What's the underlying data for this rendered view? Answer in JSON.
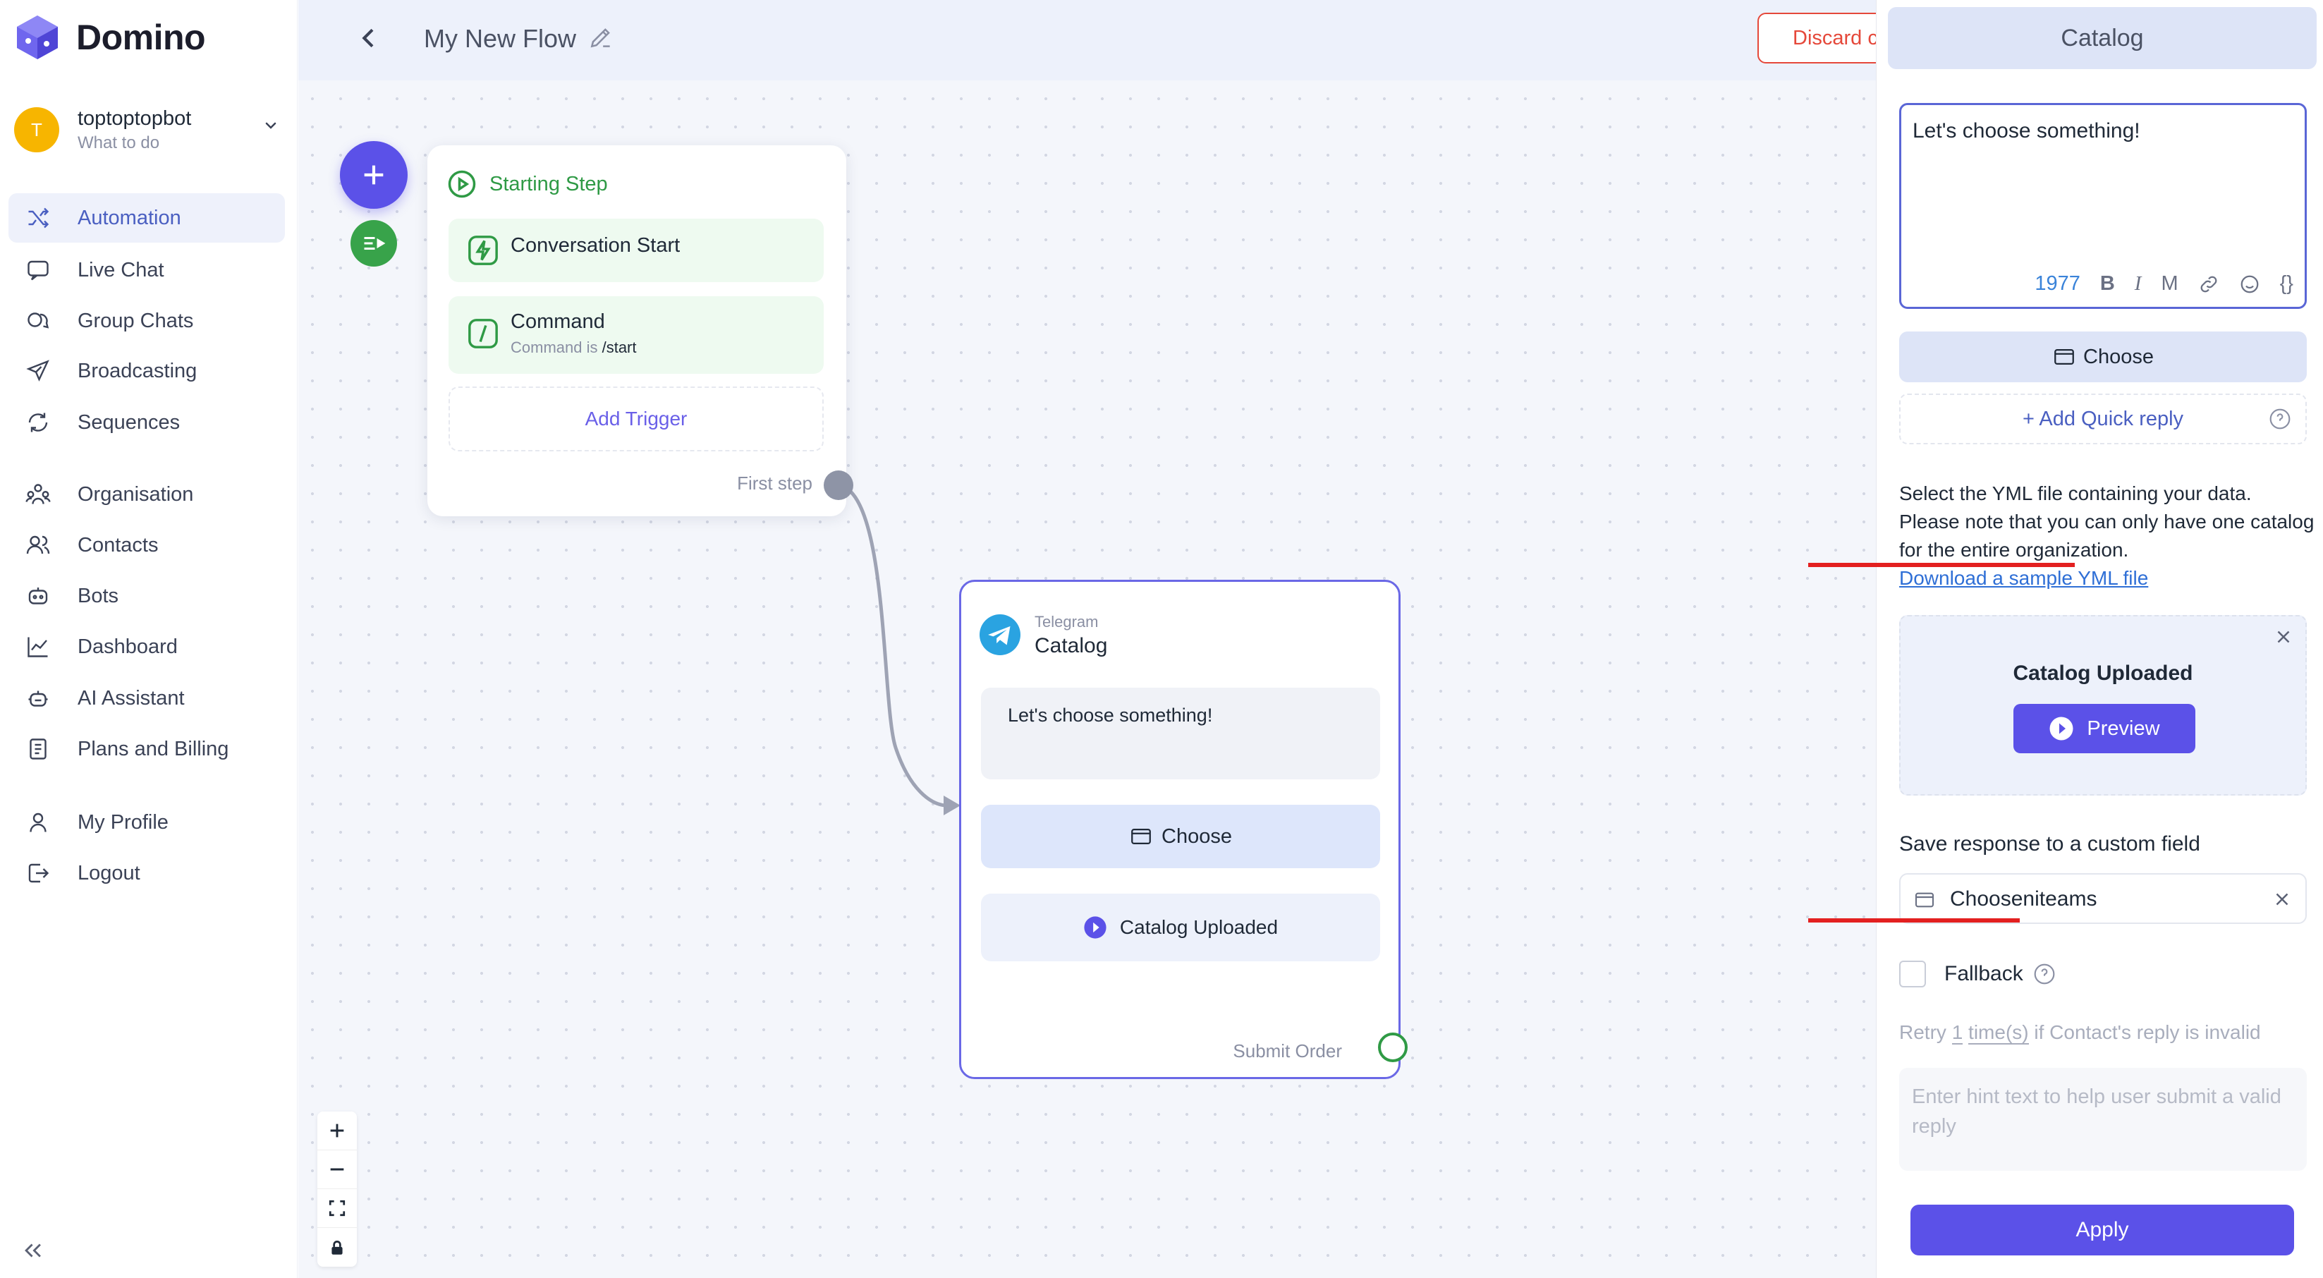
{
  "app": {
    "brand": "Domino"
  },
  "account": {
    "name": "toptoptopbot",
    "subtitle": "What to do",
    "avatar_letter": "T"
  },
  "sidebar": {
    "items": [
      {
        "label": "Automation",
        "icon": "shuffle-icon"
      },
      {
        "label": "Live Chat",
        "icon": "chat-icon"
      },
      {
        "label": "Group Chats",
        "icon": "group-chat-icon"
      },
      {
        "label": "Broadcasting",
        "icon": "send-icon"
      },
      {
        "label": "Sequences",
        "icon": "sequence-icon"
      },
      {
        "label": "Organisation",
        "icon": "organisation-icon"
      },
      {
        "label": "Contacts",
        "icon": "contacts-icon"
      },
      {
        "label": "Bots",
        "icon": "bot-icon"
      },
      {
        "label": "Dashboard",
        "icon": "chart-icon"
      },
      {
        "label": "AI Assistant",
        "icon": "ai-icon"
      },
      {
        "label": "Plans and Billing",
        "icon": "billing-icon"
      },
      {
        "label": "My Profile",
        "icon": "user-icon"
      },
      {
        "label": "Logout",
        "icon": "logout-icon"
      }
    ]
  },
  "topbar": {
    "title": "My New Flow",
    "discard_label": "Discard c"
  },
  "start_card": {
    "title": "Starting Step",
    "trigger1": "Conversation Start",
    "trigger2": "Command",
    "trigger2_sub_prefix": "Command is ",
    "trigger2_sub_value": "/start",
    "add_trigger": "Add Trigger",
    "first_step": "First step"
  },
  "catalog_card": {
    "platform": "Telegram",
    "title": "Catalog",
    "message": "Let's choose something!",
    "choose_label": "Choose",
    "uploaded_label": "Catalog Uploaded",
    "submit_label": "Submit Order"
  },
  "panel": {
    "header": "Catalog",
    "editor_text": "Let's choose something!",
    "char_count": "1977",
    "toolbar": {
      "bold": "B",
      "italic": "I",
      "mono": "M",
      "var": "{}"
    },
    "choose_label": "Choose",
    "quick_reply": "+ Add Quick reply",
    "info_text": "Select the YML file containing your data. Please note that you can only have one catalog for the entire organization.",
    "info_link": "Download a sample YML file",
    "uploaded_title": "Catalog Uploaded",
    "preview_label": "Preview",
    "save_label": "Save response to a custom field",
    "field_value": "Chooseniteams",
    "fallback_label": "Fallback",
    "retry_prefix": "Retry ",
    "retry_count": "1",
    "retry_unit": "time(s)",
    "retry_suffix": " if Contact's reply is invalid",
    "hint_placeholder": "Enter hint text to help user submit a valid reply",
    "apply_label": "Apply"
  },
  "colors": {
    "accent": "#5b51e8",
    "green": "#2f9a45",
    "danger": "#e5483a",
    "link": "#2f6fd6"
  }
}
